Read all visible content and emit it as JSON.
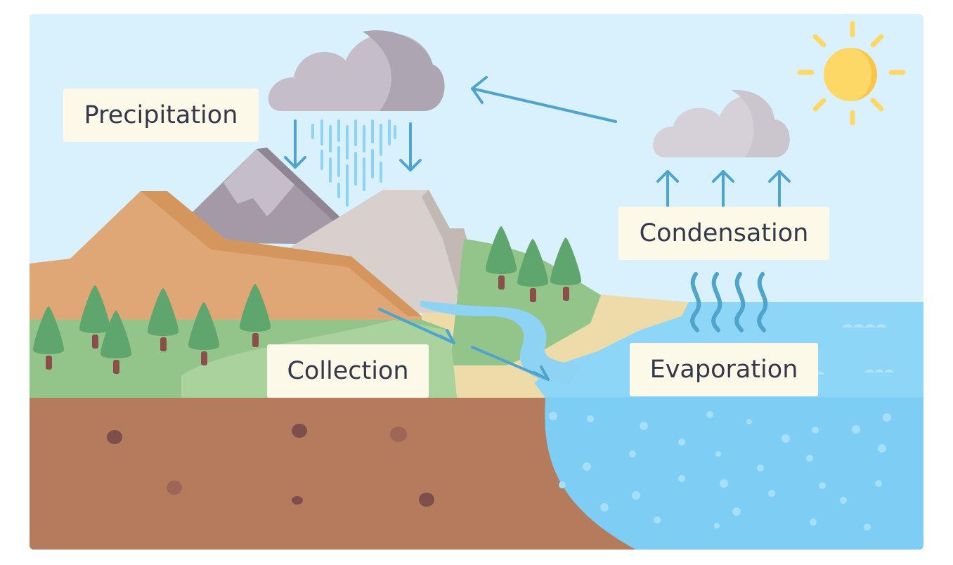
{
  "diagram": {
    "stages": {
      "precipitation": "Precipitation",
      "condensation": "Condensation",
      "collection": "Collection",
      "evaporation": "Evaporation"
    }
  },
  "colors": {
    "sky": "#d9f1fc",
    "sun": "#fdd866",
    "sun_shade": "#fbc547",
    "rain_cloud": "#c5bec8",
    "rain_cloud_shade": "#ada6b1",
    "small_cloud": "#d6d1d8",
    "arrow": "#4ea4cd",
    "rain": "#8fd3f4",
    "hill": "#dfa775",
    "hill_edge": "#d4965c",
    "grass": "#93c489",
    "grass_light": "#a9d29d",
    "tree": "#5ea56e",
    "trunk": "#8a4f4b",
    "sand": "#eddcaa",
    "soil": "#b47c5c",
    "rock": "#7e4e4d",
    "sea": "#7dcdf5",
    "sea_surface": "#8ed6f7",
    "label_bg": "#fdf9e8",
    "label_text": "#33394a"
  }
}
